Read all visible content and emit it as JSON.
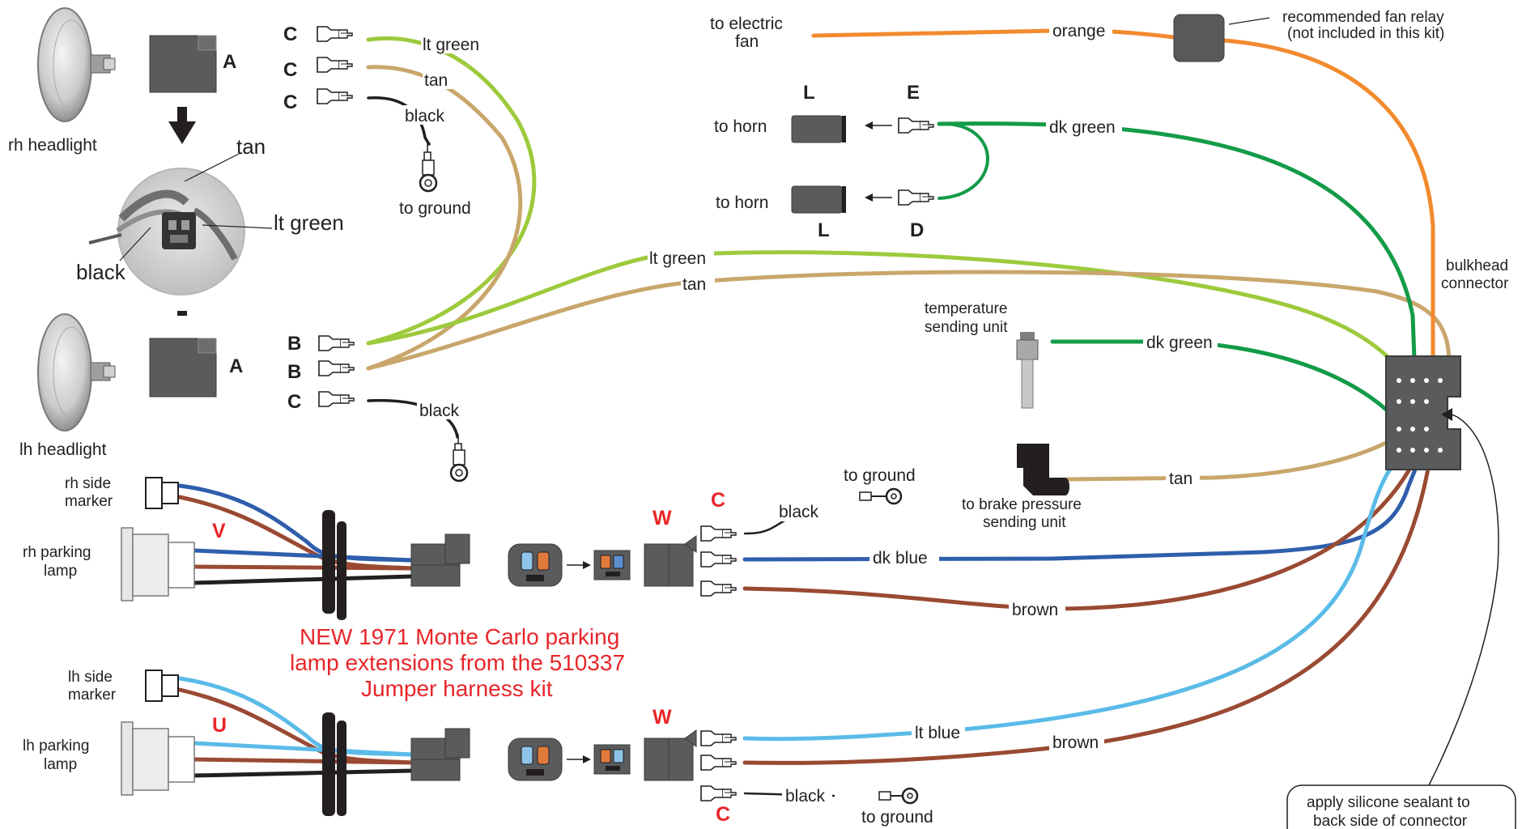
{
  "colors": {
    "lt_green": "#9dca3c",
    "tan": "#c9a66b",
    "black": "#231f20",
    "orange": "#f28a2e",
    "dk_green": "#139b48",
    "lt_blue": "#5bbbe8",
    "dk_blue": "#2e5eac",
    "brown": "#9a4a32",
    "red_text": "#e8262a",
    "component_gray": "#5a5b5d"
  },
  "headlights": {
    "rh_label": "rh headlight",
    "lh_label": "lh headlight",
    "connector_letter_top": "A",
    "connector_letter_bottom": "A",
    "detail": {
      "tan": "tan",
      "lt_green": "lt green",
      "black": "black"
    }
  },
  "upper_terminals": {
    "c1": "C",
    "c2": "C",
    "c3": "C",
    "b1": "B",
    "b2": "B",
    "c4": "C",
    "lt_green": "lt green",
    "tan": "tan",
    "black_top": "black",
    "to_ground_top": "to ground",
    "black_mid": "black"
  },
  "main_harness": {
    "lt_green": "lt green",
    "tan": "tan"
  },
  "fan": {
    "to_electric_fan_1": "to electric",
    "to_electric_fan_2": "fan",
    "orange": "orange",
    "relay_1": "recommended fan relay",
    "relay_2": "(not included in this kit)"
  },
  "horn": {
    "letter_L_top": "L",
    "letter_E": "E",
    "letter_L_bottom": "L",
    "letter_D": "D",
    "to_horn_top": "to horn",
    "to_horn_bottom": "to horn",
    "dk_green": "dk green"
  },
  "bulkhead": {
    "label_1": "bulkhead",
    "label_2": "connector"
  },
  "temperature": {
    "label_1": "temperature",
    "label_2": "sending unit",
    "dk_green": "dk green"
  },
  "brake": {
    "label_1": "to brake pressure",
    "label_2": "sending unit",
    "tan": "tan"
  },
  "rh_side": {
    "side_marker_1": "rh side",
    "side_marker_2": "marker",
    "parking_1": "rh parking",
    "parking_2": "lamp",
    "letter_V": "V",
    "letter_W": "W",
    "letter_C": "C",
    "black": "black",
    "to_ground": "to ground",
    "dk_blue": "dk blue",
    "brown": "brown"
  },
  "lh_side": {
    "side_marker_1": "lh side",
    "side_marker_2": "marker",
    "parking_1": "lh parking",
    "parking_2": "lamp",
    "letter_U": "U",
    "letter_W": "W",
    "letter_C": "C",
    "lt_blue": "lt blue",
    "brown": "brown",
    "black": "black",
    "to_ground": "to ground"
  },
  "new_note": {
    "line1": "NEW 1971 Monte Carlo parking",
    "line2": "lamp extensions from the 510337",
    "line3": "Jumper harness kit"
  },
  "sealant_note": {
    "line1": "apply silicone sealant to",
    "line2": "back side of connector"
  }
}
